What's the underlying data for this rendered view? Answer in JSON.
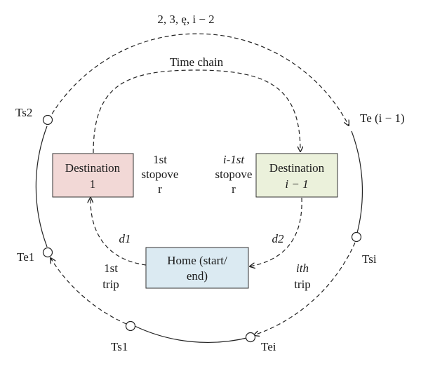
{
  "diagram": {
    "top_label": "2, 3, ę, i − 2",
    "time_chain": "Time chain",
    "nodes": {
      "dest1": {
        "line1": "Destination",
        "line2": "1",
        "fill": "#f2d8d6"
      },
      "desti": {
        "line1": "Destination",
        "line2": "i − 1",
        "fill": "#ebf1db"
      },
      "home": {
        "line1": "Home (start/",
        "line2": "end)",
        "fill": "#dbeaf2"
      }
    },
    "stopover1": [
      "1st",
      "stopove",
      "r"
    ],
    "stopoveri": [
      "i-1st",
      "stopove",
      "r"
    ],
    "trip1": [
      "1st",
      "trip"
    ],
    "tripi": [
      "ith",
      "trip"
    ],
    "d1": "d1",
    "d2": "d2",
    "points": {
      "ts2": "Ts2",
      "te_i1": "Te (i − 1)",
      "te1": "Te1",
      "tsi": "Tsi",
      "ts1": "Ts1",
      "tei": "Tei"
    }
  }
}
